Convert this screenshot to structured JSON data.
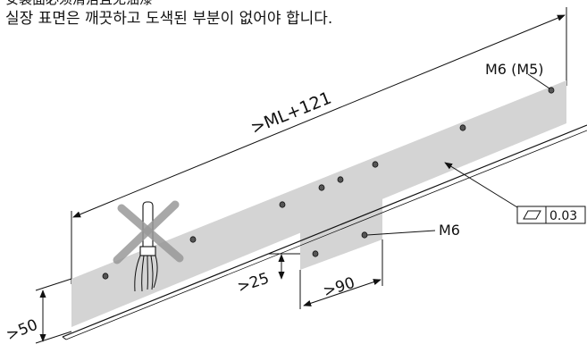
{
  "captions": {
    "partial_line": "安装面必须清洁且无油漆",
    "main_line": "실장 표면은 깨끗하고 도색된 부분이 없어야 합니다."
  },
  "labels": {
    "length": ">ML+121",
    "hole_main": "M6 (M5)",
    "hole_bracket": "M6",
    "flatness_value": "0.03",
    "height_offset": ">25",
    "bracket_width": ">90",
    "surface_height": ">50"
  },
  "colors": {
    "surface_fill": "#d4d4d4",
    "line": "#111111",
    "cross_mark": "#999999"
  },
  "icons": [
    "flatness-symbol-icon",
    "paint-brush-icon",
    "cross-out-icon"
  ]
}
